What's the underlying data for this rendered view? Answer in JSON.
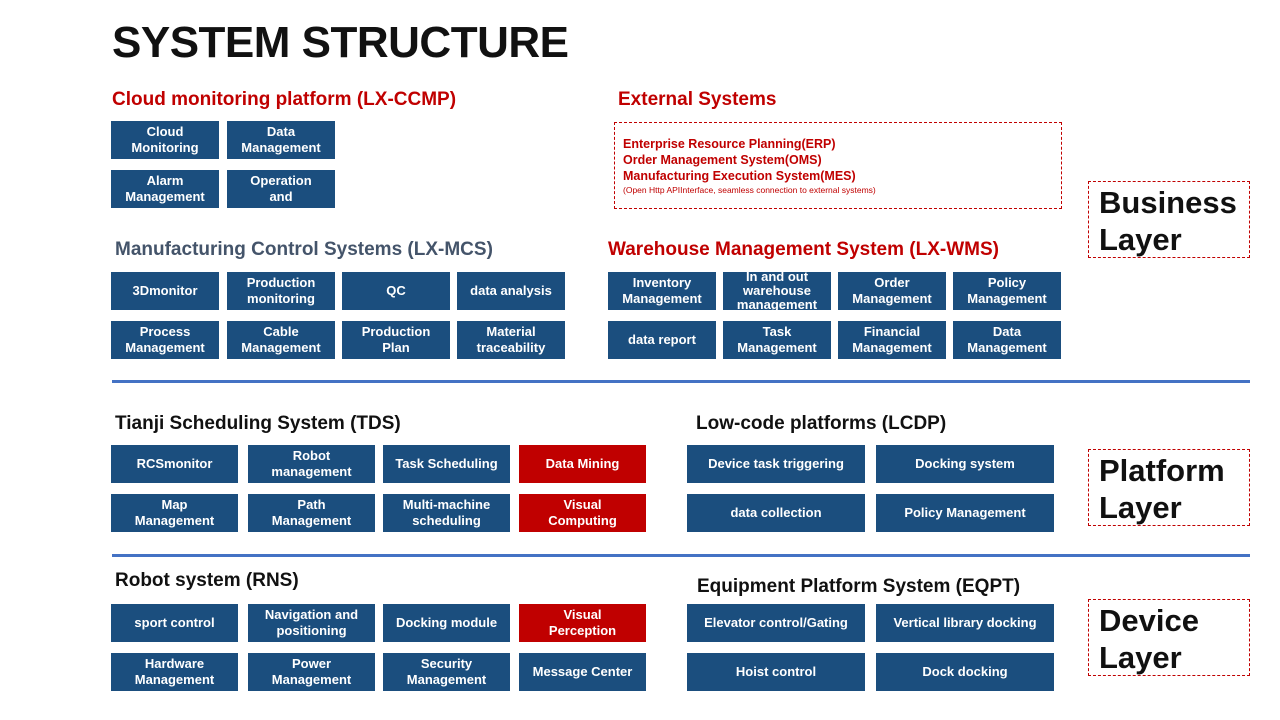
{
  "title": "SYSTEM STRUCTURE",
  "ccmp": {
    "title": "Cloud monitoring platform (LX-CCMP)",
    "items": [
      [
        "Cloud",
        "Monitoring"
      ],
      [
        "Data",
        "Management"
      ],
      [
        "Alarm",
        "Management"
      ],
      [
        "Operation",
        "and"
      ]
    ]
  },
  "external": {
    "title": "External Systems",
    "lines": [
      "Enterprise Resource Planning(ERP)",
      "Order Management System(OMS)",
      "Manufacturing Execution System(MES)"
    ],
    "note": "(Open Http APIInterface, seamless connection to external systems)"
  },
  "mcs": {
    "title": "Manufacturing Control Systems (LX-MCS)",
    "items": [
      [
        "3Dmonitor"
      ],
      [
        "Production",
        "monitoring"
      ],
      [
        "QC"
      ],
      [
        "data analysis"
      ],
      [
        "Process",
        "Management"
      ],
      [
        "Cable",
        "Management"
      ],
      [
        "Production",
        "Plan"
      ],
      [
        "Material",
        "traceability"
      ]
    ]
  },
  "wms": {
    "title": "Warehouse Management System (LX-WMS)",
    "items": [
      [
        "Inventory",
        "Management"
      ],
      [
        "In and out",
        "warehouse",
        "management"
      ],
      [
        "Order",
        "Management"
      ],
      [
        "Policy",
        "Management"
      ],
      [
        "data report"
      ],
      [
        "Task",
        "Management"
      ],
      [
        "Financial",
        "Management"
      ],
      [
        "Data",
        "Management"
      ]
    ]
  },
  "tds": {
    "title": "Tianji Scheduling System (TDS)",
    "items": [
      [
        "RCSmonitor"
      ],
      [
        "Robot",
        "management"
      ],
      [
        "Task Scheduling"
      ],
      [
        "Data Mining"
      ],
      [
        "Map",
        "Management"
      ],
      [
        "Path",
        "Management"
      ],
      [
        "Multi-machine",
        "scheduling"
      ],
      [
        "Visual",
        "Computing"
      ]
    ]
  },
  "lcdp": {
    "title": "Low-code platforms (LCDP)",
    "items": [
      [
        "Device task triggering"
      ],
      [
        "Docking system"
      ],
      [
        "data collection"
      ],
      [
        "Policy Management"
      ]
    ]
  },
  "rns": {
    "title": "Robot system (RNS)",
    "items": [
      [
        "sport control"
      ],
      [
        "Navigation and",
        "positioning"
      ],
      [
        "Docking module"
      ],
      [
        "Visual",
        "Perception"
      ],
      [
        "Hardware",
        "Management"
      ],
      [
        "Power",
        "Management"
      ],
      [
        "Security",
        "Management"
      ],
      [
        "Message Center"
      ]
    ]
  },
  "eqpt": {
    "title": "Equipment Platform System (EQPT)",
    "items": [
      [
        "Elevator control/Gating"
      ],
      [
        "Vertical library docking"
      ],
      [
        "Hoist control"
      ],
      [
        "Dock docking"
      ]
    ]
  },
  "layers": {
    "business": [
      "Business",
      "Layer"
    ],
    "platform": [
      "Platform",
      "Layer"
    ],
    "device": [
      "Device",
      "Layer"
    ]
  },
  "colors": {
    "box": "#1b4e7e",
    "highlight": "#c00000",
    "divider": "#4472c4"
  }
}
